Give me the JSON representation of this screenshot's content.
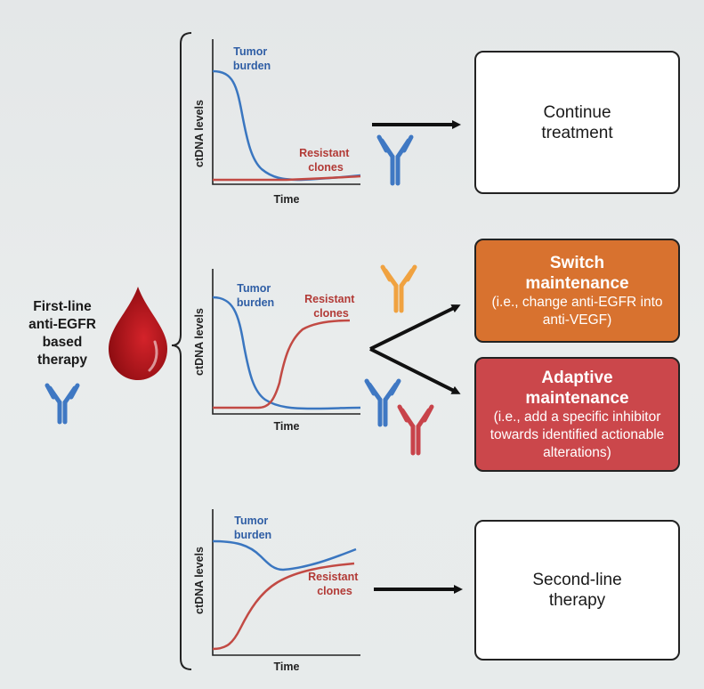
{
  "colors": {
    "tumor": "#3a76c0",
    "resistant": "#c24a44",
    "antibody_blue": "#3f78c3",
    "antibody_orange": "#f0a240",
    "antibody_red": "#c8434a",
    "switch_box": "#d8722f",
    "adaptive_box": "#cb474b",
    "blood": "#b3141b"
  },
  "start": {
    "lines": [
      "First-line",
      "anti-EGFR",
      "based",
      "therapy"
    ]
  },
  "panels": [
    {
      "ylabel": "ctDNA levels",
      "xlabel": "Time",
      "tumor_label": [
        "Tumor",
        "burden"
      ],
      "resistant_label": [
        "Resistant",
        "clones"
      ]
    },
    {
      "ylabel": "ctDNA levels",
      "xlabel": "Time",
      "tumor_label": [
        "Tumor",
        "burden"
      ],
      "resistant_label": [
        "Resistant",
        "clones"
      ]
    },
    {
      "ylabel": "ctDNA levels",
      "xlabel": "Time",
      "tumor_label": [
        "Tumor",
        "burden"
      ],
      "resistant_label": [
        "Resistant",
        "clones"
      ]
    }
  ],
  "outcomes": {
    "continue": {
      "title": "Continue treatment"
    },
    "switch": {
      "title": "Switch maintenance",
      "desc": "(i.e., change anti-EGFR into anti-VEGF)"
    },
    "adaptive": {
      "title": "Adaptive maintenance",
      "desc": "(i.e., add a specific inhibitor towards identified actionable alterations)"
    },
    "second_line": {
      "title": "Second-line therapy"
    }
  }
}
